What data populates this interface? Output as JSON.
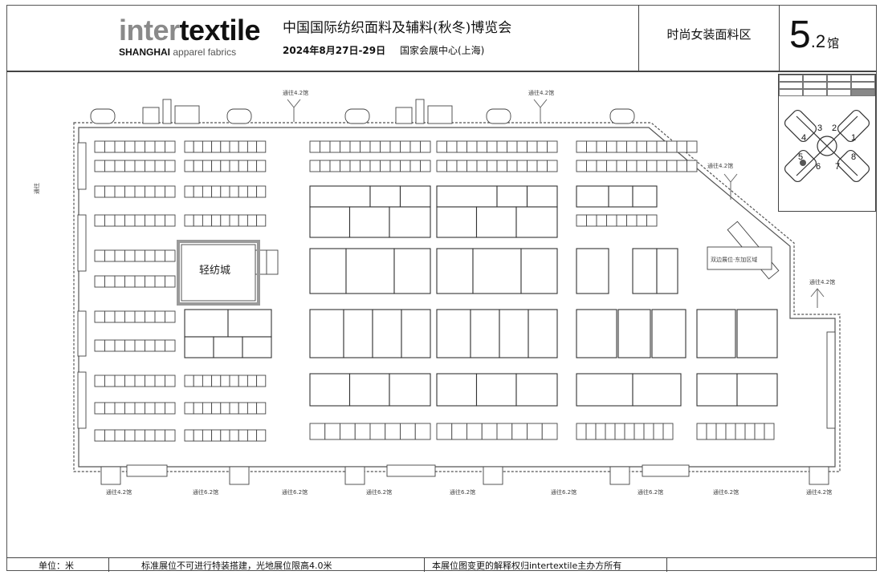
{
  "header": {
    "brand_prefix": "inter",
    "brand_main": "textile",
    "brand_sub_bold": "SHANGHAI",
    "brand_sub": "apparel fabrics",
    "title": "中国国际纺织面料及辅料(秋冬)博览会",
    "dates": "2024年8月27日-29日",
    "venue": "国家会展中心(上海)",
    "zone": "时尚女装面料区",
    "hall_number": "5",
    "hall_decimal": ".2",
    "hall_unit": "馆"
  },
  "map": {
    "highlight_label": "轻纺城",
    "small_area_label": "双边展位·东加区域",
    "entrance_top": [
      "通往4.2馆",
      "通往4.2馆"
    ],
    "entrance_right": [
      "通往4.2馆",
      "通往4.2馆"
    ],
    "entrance_bottom": [
      "通往4.2馆",
      "通往6.2馆",
      "通往6.2馆",
      "通往6.2馆",
      "通往6.2馆",
      "通往6.2馆",
      "通往6.2馆",
      "通往6.2馆"
    ],
    "compass_numbers": [
      "1",
      "2",
      "3",
      "4",
      "5",
      "6",
      "7",
      "8"
    ]
  },
  "footer": {
    "unit": "单位：米",
    "note1": "标准展位不可进行特装搭建，光地展位限高4.0米",
    "note2": "本展位图变更的解释权归intertextile主办方所有"
  }
}
